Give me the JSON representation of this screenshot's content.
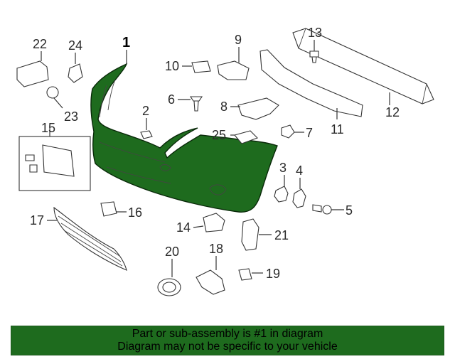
{
  "colors": {
    "highlight": "#1e6b1e",
    "banner": "#1e6b1e",
    "line": "#333333"
  },
  "callouts": {
    "c1": "1",
    "c2": "2",
    "c3": "3",
    "c4": "4",
    "c5": "5",
    "c6": "6",
    "c7": "7",
    "c8": "8",
    "c9": "9",
    "c10": "10",
    "c11": "11",
    "c12": "12",
    "c13": "13",
    "c14": "14",
    "c15": "15",
    "c16": "16",
    "c17": "17",
    "c18": "18",
    "c19": "19",
    "c20": "20",
    "c21": "21",
    "c22": "22",
    "c23": "23",
    "c24": "24",
    "c25": "25"
  },
  "banner": {
    "line1": "Part or sub-assembly is #1 in diagram",
    "line2": "Diagram may not be specific to your vehicle"
  }
}
